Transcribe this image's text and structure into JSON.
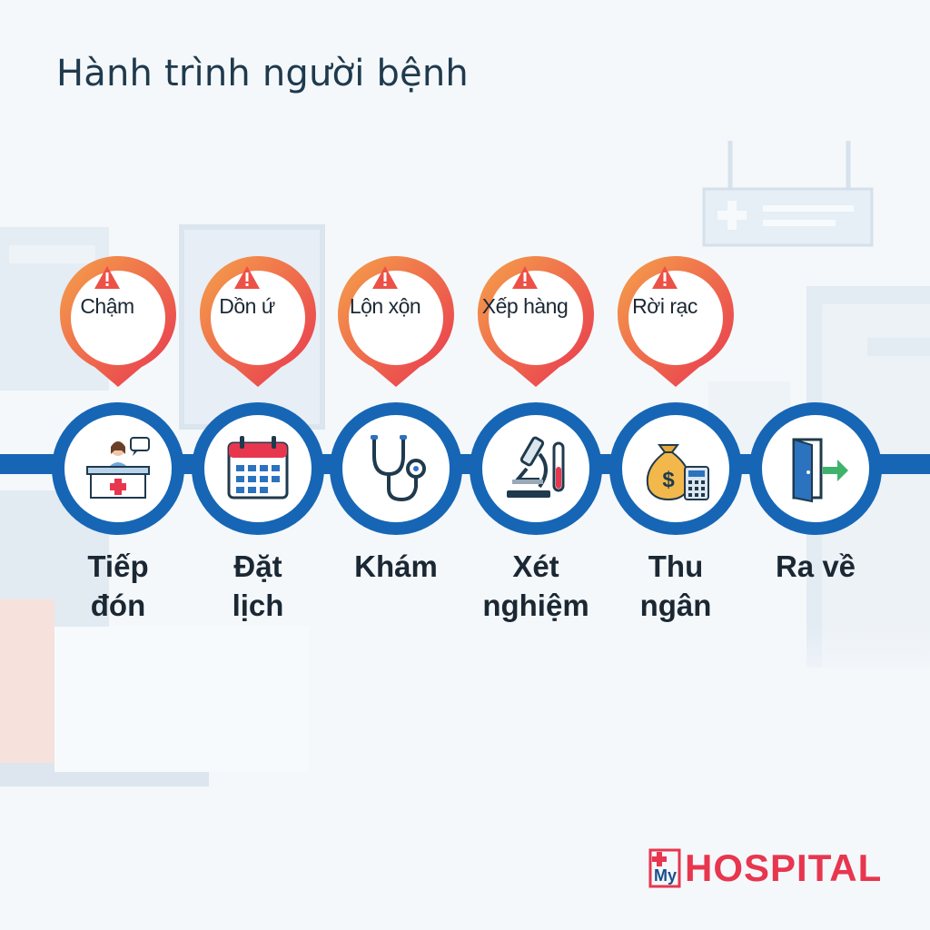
{
  "title": "Hành trình người bệnh",
  "colors": {
    "track": "#1666b5",
    "warning_gradient_start": "#f5a14a",
    "warning_gradient_end": "#e8364f",
    "title": "#1f3a4d",
    "brand_red": "#e8364f",
    "brand_blue": "#1a4f8b"
  },
  "steps": [
    {
      "warning": "Chậm",
      "label_lines": [
        "Tiếp",
        "đón"
      ],
      "icon": "reception-desk-icon"
    },
    {
      "warning": "Dồn ứ",
      "label_lines": [
        "Đặt",
        "lịch"
      ],
      "icon": "calendar-icon"
    },
    {
      "warning": "Lộn xộn",
      "label_lines": [
        "Khám"
      ],
      "icon": "stethoscope-icon"
    },
    {
      "warning": "Xếp hàng",
      "label_lines": [
        "Xét",
        "nghiệm"
      ],
      "icon": "microscope-icon"
    },
    {
      "warning": "Rời rạc",
      "label_lines": [
        "Thu",
        "ngân"
      ],
      "icon": "money-bag-calculator-icon"
    },
    {
      "warning": "",
      "label_lines": [
        "Ra về"
      ],
      "icon": "exit-door-icon"
    }
  ],
  "logo": {
    "prefix": "My",
    "name": "HOSPITAL"
  }
}
